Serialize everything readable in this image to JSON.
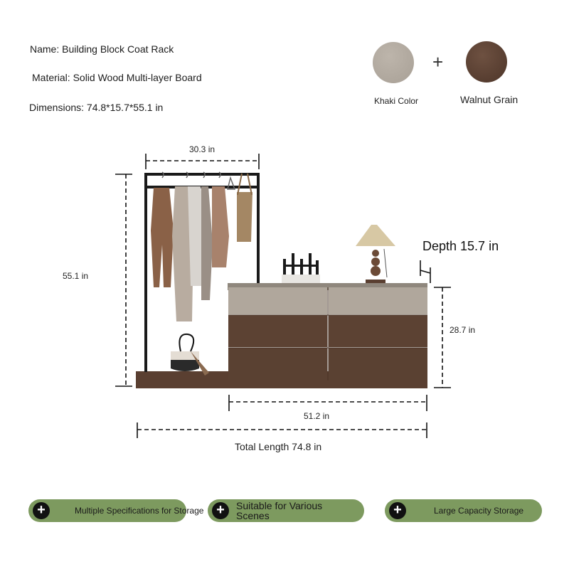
{
  "specs": {
    "name": "Name: Building Block Coat Rack",
    "material": "Material: Solid Wood Multi-layer Board",
    "dimensions": "Dimensions: 74.8*15.7*55.1 in"
  },
  "colors": {
    "khaki_label": "Khaki Color",
    "walnut_label": "Walnut Grain",
    "khaki_hex": "#b3aba1",
    "walnut_hex": "#5a3f31",
    "plus": "+"
  },
  "dimensions": {
    "rack_width": "30.3 in",
    "height": "55.1 in",
    "depth": "Depth 15.7 in",
    "cabinet_height": "28.7 in",
    "cabinet_width": "51.2 in",
    "total_length": "Total Length 74.8 in"
  },
  "features": [
    {
      "icon": "+",
      "label": "Multiple Specifications for Storage"
    },
    {
      "icon": "+",
      "label": "Suitable for Various Scenes"
    },
    {
      "icon": "+",
      "label": "Large Capacity Storage"
    }
  ],
  "accent": "#7d9a5f"
}
